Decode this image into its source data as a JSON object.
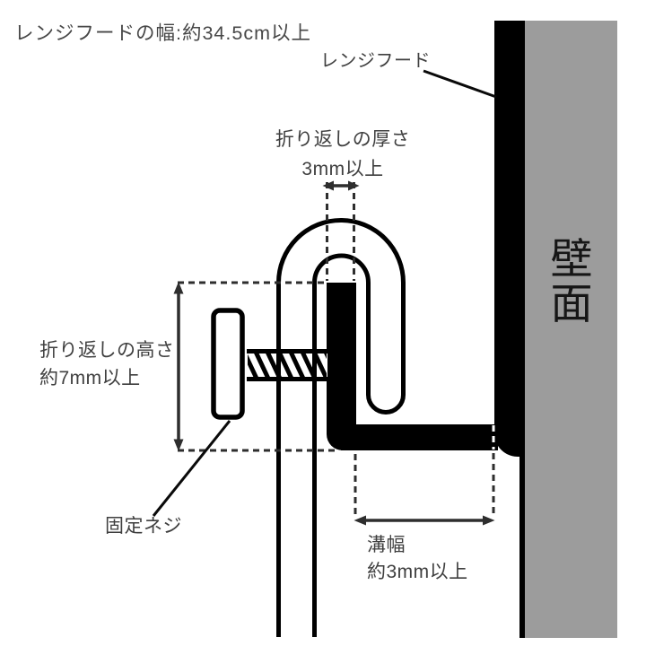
{
  "title": "レンジフードの幅:約34.5cm以上",
  "diagram": {
    "hood_label": "レンジフード",
    "wall_label": "壁面",
    "screw_label": "固定ネジ",
    "fold_thickness": {
      "line1": "折り返しの厚さ",
      "line2": "3mm以上"
    },
    "fold_height": {
      "line1": "折り返しの高さ",
      "line2": "約7mm以上"
    },
    "groove_width": {
      "line1": "溝幅",
      "line2": "約3mm以上"
    },
    "colors": {
      "wall_gray": "#9c9c9c",
      "ink": "#000000",
      "dimension_line": "#2e2e2e",
      "label_text": "#3f3f3f"
    }
  }
}
